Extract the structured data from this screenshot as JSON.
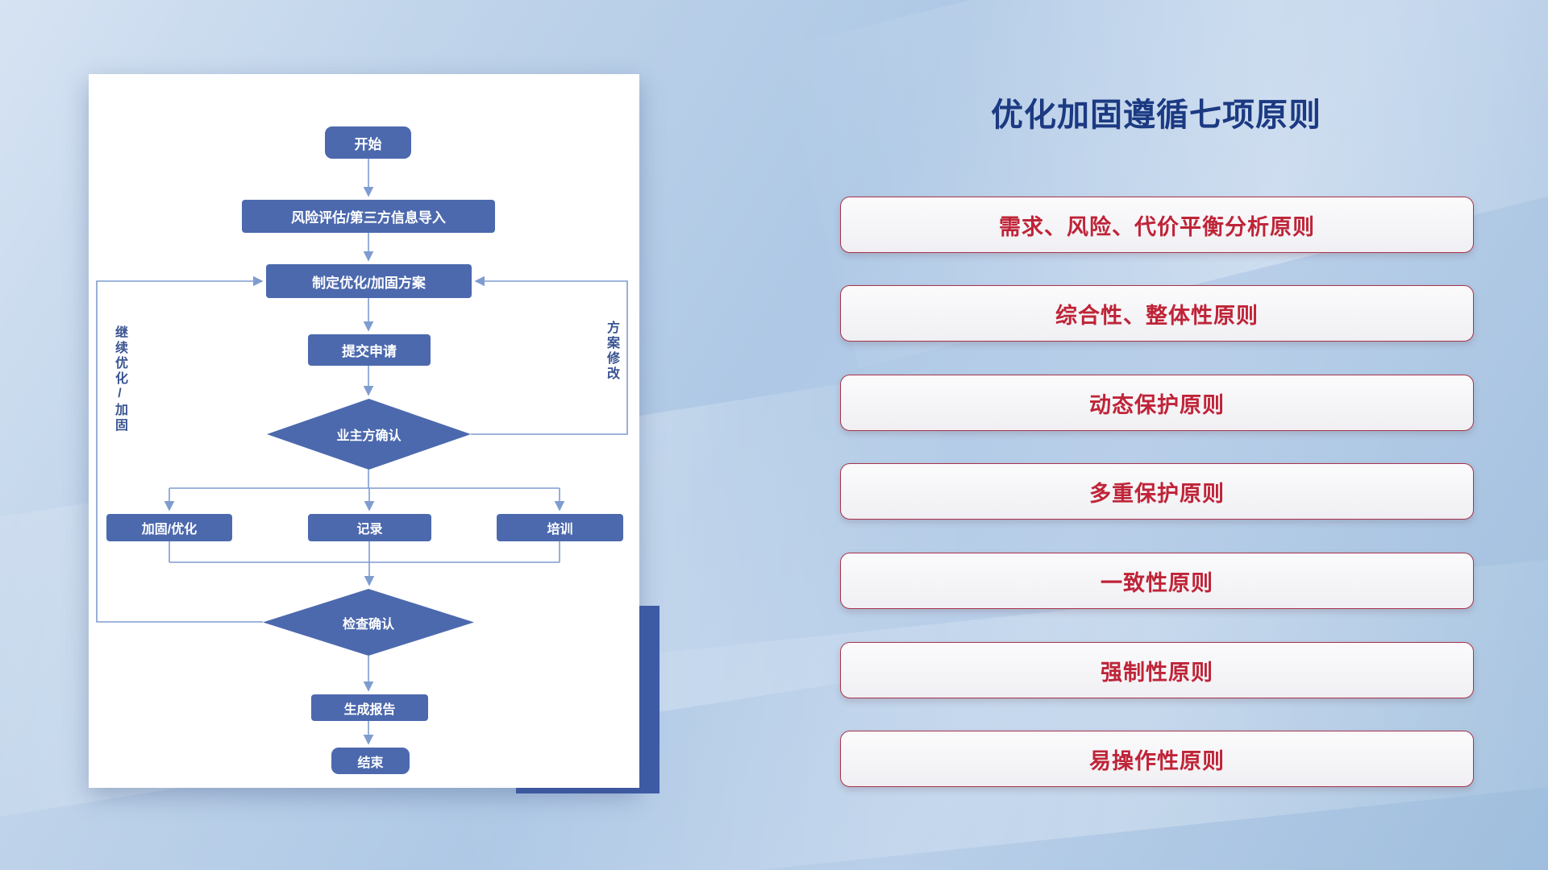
{
  "slide": {
    "title": "优化加固遵循七项原则"
  },
  "flowchart": {
    "nodes": {
      "start": "开始",
      "risk_import": "风险评估/第三方信息导入",
      "make_plan": "制定优化/加固方案",
      "submit": "提交申请",
      "owner_confirm": "业主方确认",
      "reinforce": "加固/优化",
      "record": "记录",
      "training": "培训",
      "check_confirm": "检查确认",
      "report": "生成报告",
      "end": "结束"
    },
    "edge_labels": {
      "continue_optimize": "继续优化/加固",
      "plan_revision": "方案修改"
    }
  },
  "principles": [
    "需求、风险、代价平衡分析原则",
    "综合性、整体性原则",
    "动态保护原则",
    "多重保护原则",
    "一致性原则",
    "强制性原则",
    "易操作性原则"
  ],
  "colors": {
    "title_navy": "#1c3a82",
    "principle_red": "#bf2438",
    "principle_border": "#a8334a",
    "node_blue": "#4c69ae",
    "connector_blue": "#7f9cd0",
    "decor_navy": "#3e5ca8"
  }
}
